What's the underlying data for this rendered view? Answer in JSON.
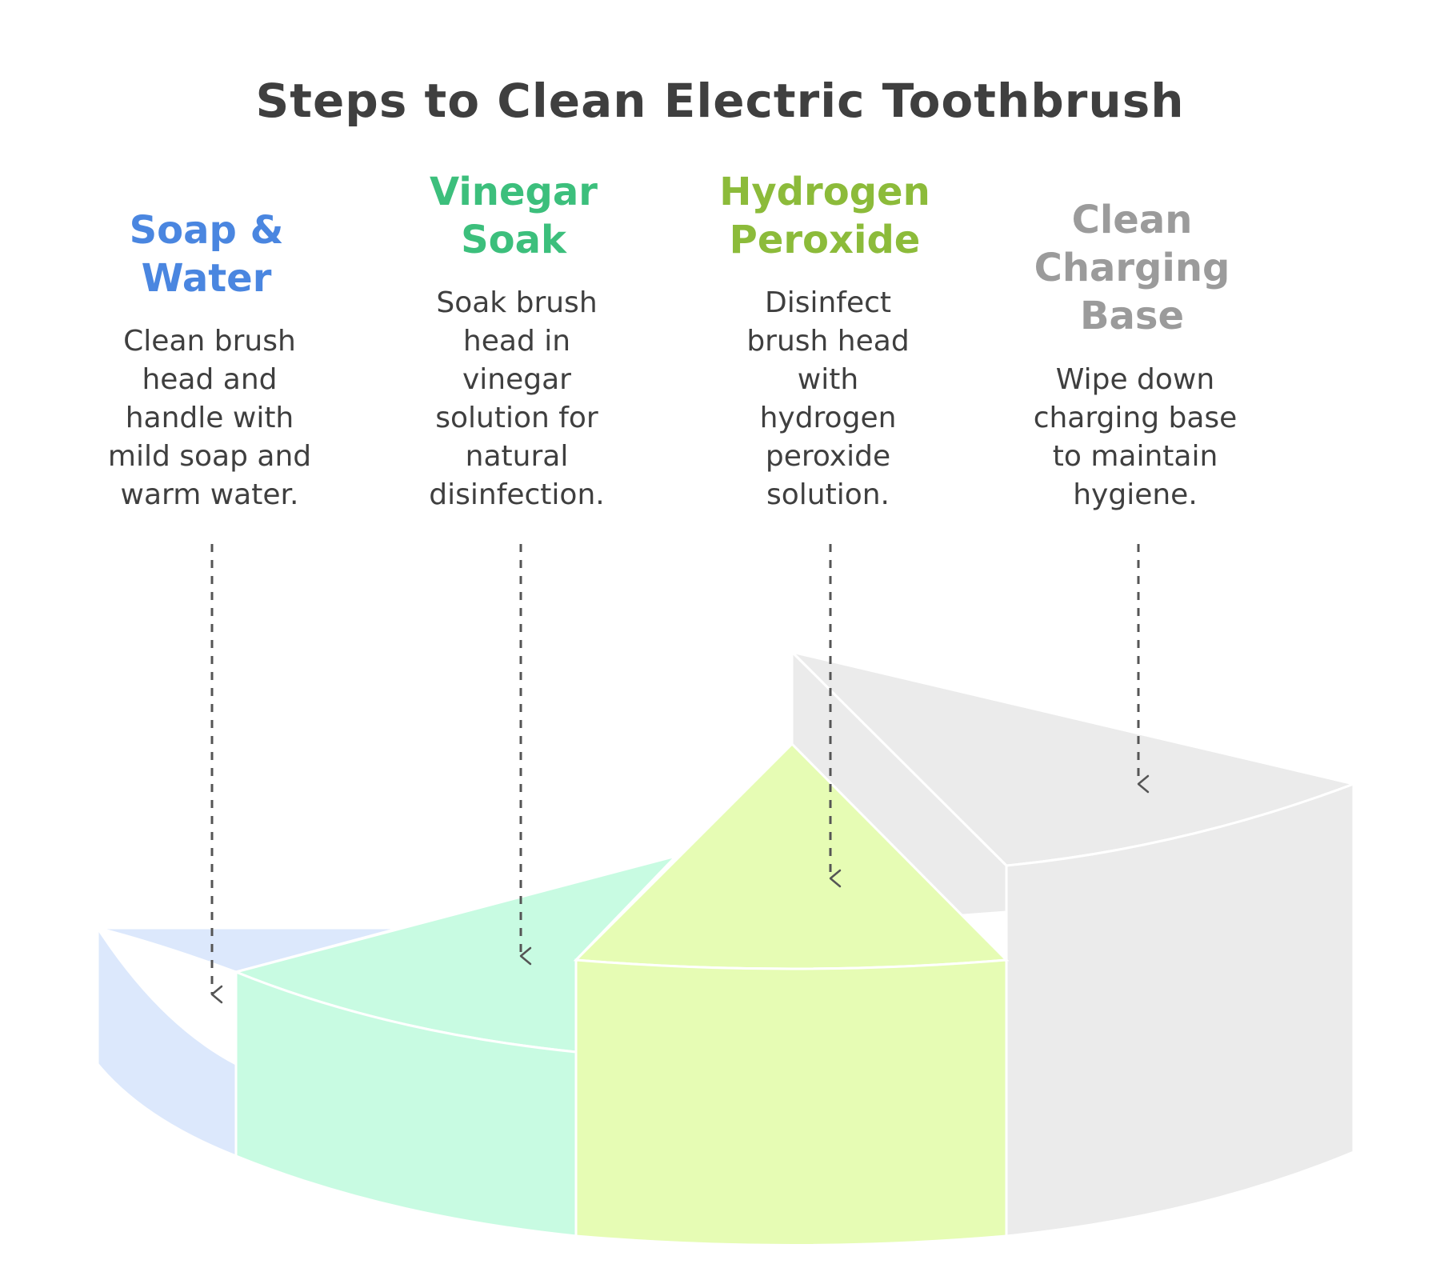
{
  "title": "Steps to Clean Electric Toothbrush",
  "steps": [
    {
      "title_lines": [
        "Soap &",
        "Water"
      ],
      "description_lines": [
        "Clean brush",
        "head and",
        "handle with",
        "mild soap and",
        "warm water."
      ],
      "color": "#4a86e0",
      "fill": "#dce8fc"
    },
    {
      "title_lines": [
        "Vinegar",
        "Soak"
      ],
      "description_lines": [
        "Soak brush",
        "head in",
        "vinegar",
        "solution for",
        "natural",
        "disinfection."
      ],
      "color": "#3cbf7c",
      "fill": "#c8fbe2"
    },
    {
      "title_lines": [
        "Hydrogen",
        "Peroxide"
      ],
      "description_lines": [
        "Disinfect",
        "brush head",
        "with",
        "hydrogen",
        "peroxide",
        "solution."
      ],
      "color": "#8cbb3a",
      "fill": "#e6fcb4"
    },
    {
      "title_lines": [
        "Clean",
        "Charging",
        "Base"
      ],
      "description_lines": [
        "Wipe down",
        "charging base",
        "to maintain",
        "hygiene."
      ],
      "color": "#9b9b9b",
      "fill": "#ebebeb"
    }
  ],
  "colors": {
    "title": "#3f3f3f",
    "text": "#3f3f3f",
    "arrow": "#555555"
  }
}
